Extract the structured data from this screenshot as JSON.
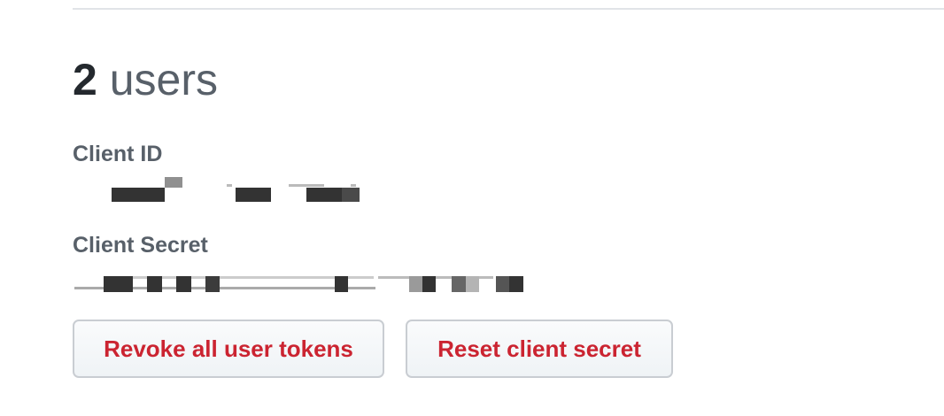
{
  "header": {
    "count": "2",
    "count_label": "users"
  },
  "client_id": {
    "label": "Client ID"
  },
  "client_secret": {
    "label": "Client Secret"
  },
  "actions": {
    "revoke_label": "Revoke all user tokens",
    "reset_label": "Reset client secret"
  },
  "colors": {
    "danger": "#cb2431",
    "label": "#586069",
    "redaction": "#333333"
  }
}
